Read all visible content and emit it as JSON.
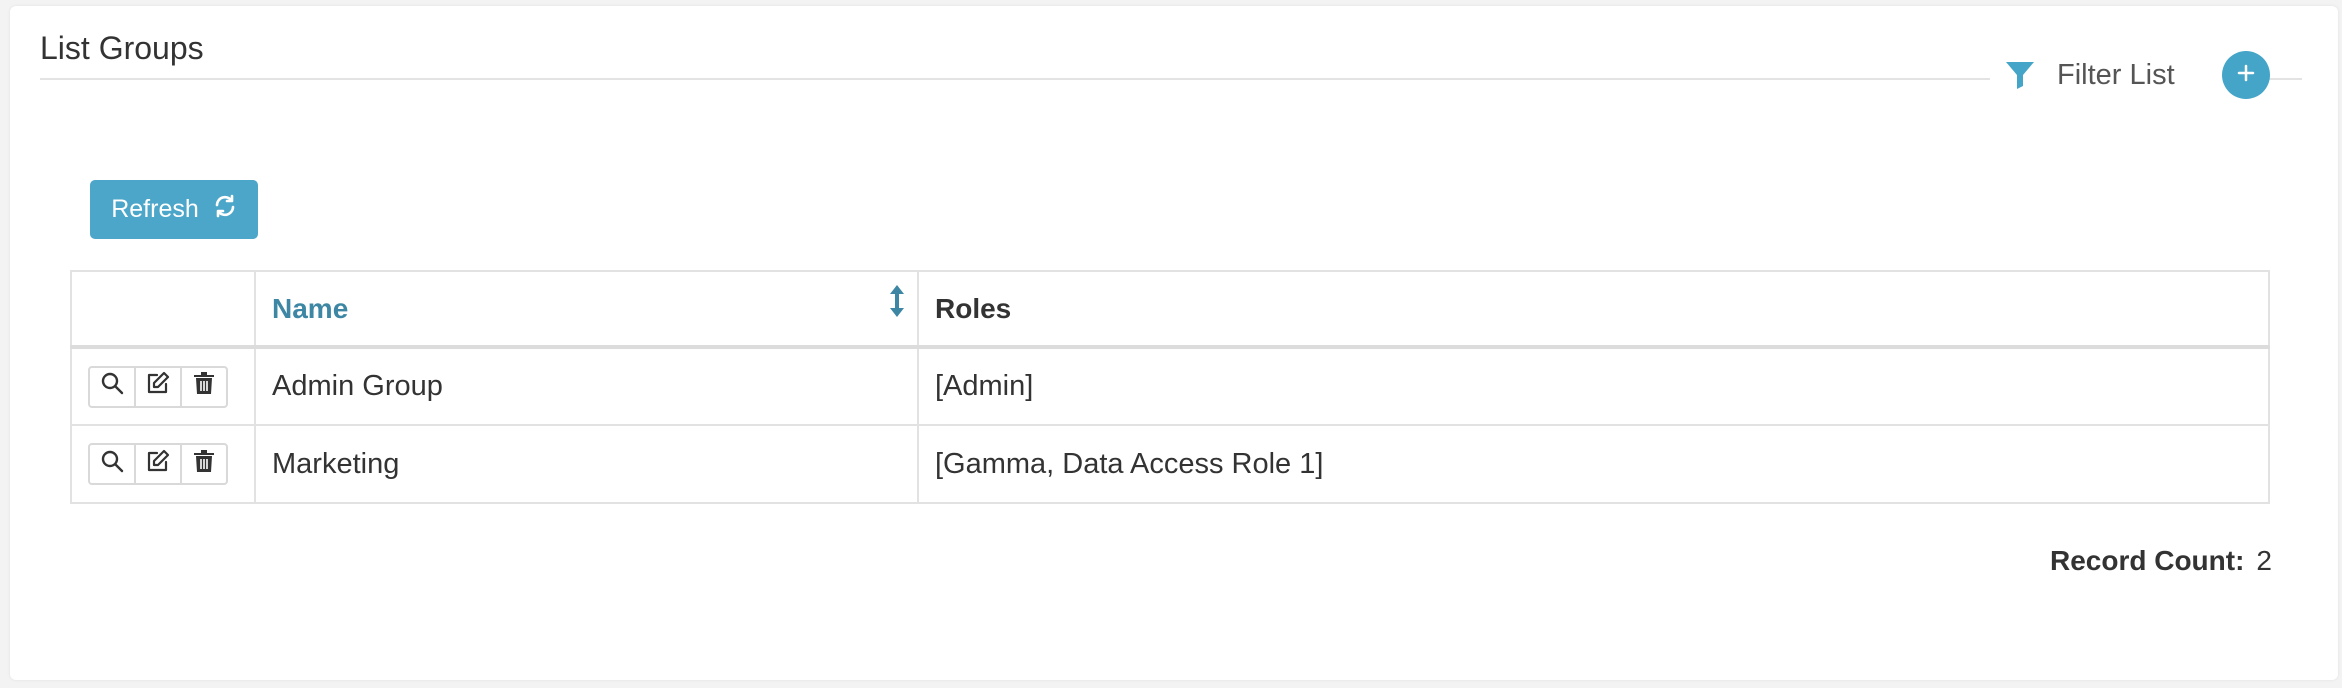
{
  "panel": {
    "title": "List Groups"
  },
  "toolbar": {
    "filter_label": "Filter List",
    "add_symbol": "+",
    "refresh_label": "Refresh"
  },
  "table": {
    "columns": [
      "Name",
      "Roles"
    ],
    "rows": [
      {
        "name": "Admin Group",
        "roles": "[Admin]"
      },
      {
        "name": "Marketing",
        "roles": "[Gamma, Data Access Role 1]"
      }
    ]
  },
  "footer": {
    "record_count_label": "Record Count:",
    "record_count": "2"
  },
  "colors": {
    "accent": "#45a5c8",
    "link": "#3d87a4"
  },
  "icons": [
    "filter-icon",
    "add-icon",
    "refresh-icon",
    "sort-icon",
    "search-icon",
    "edit-icon",
    "trash-icon"
  ]
}
